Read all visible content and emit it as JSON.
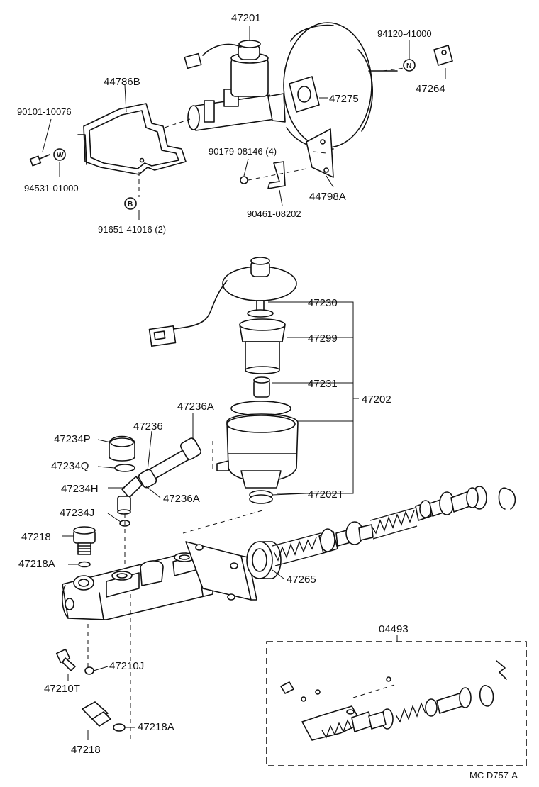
{
  "labels": {
    "p47201": "47201",
    "p44786b": "44786B",
    "p90101": "90101-10076",
    "p94531": "94531-01000",
    "p91651": "91651-41016 (2)",
    "p94120": "94120-41000",
    "p47264": "47264",
    "p47275": "47275",
    "p90179": "90179-08146 (4)",
    "p44798a": "44798A",
    "p90461": "90461-08202",
    "p47230": "47230",
    "p47299": "47299",
    "p47231": "47231",
    "p47202": "47202",
    "p47236a_top": "47236A",
    "p47236": "47236",
    "p47234p": "47234P",
    "p47234q": "47234Q",
    "p47234h": "47234H",
    "p47236a_bot": "47236A",
    "p47202t": "47202T",
    "p47234j": "47234J",
    "p47218_top": "47218",
    "p47218a_top": "47218A",
    "p47265": "47265",
    "p04493": "04493",
    "p47210j": "47210J",
    "p47210t": "47210T",
    "p47218a_bot": "47218A",
    "p47218_bot": "47218",
    "footer_code": "MC  D757-A"
  },
  "markers": {
    "w": "W",
    "b": "B",
    "n": "N"
  }
}
